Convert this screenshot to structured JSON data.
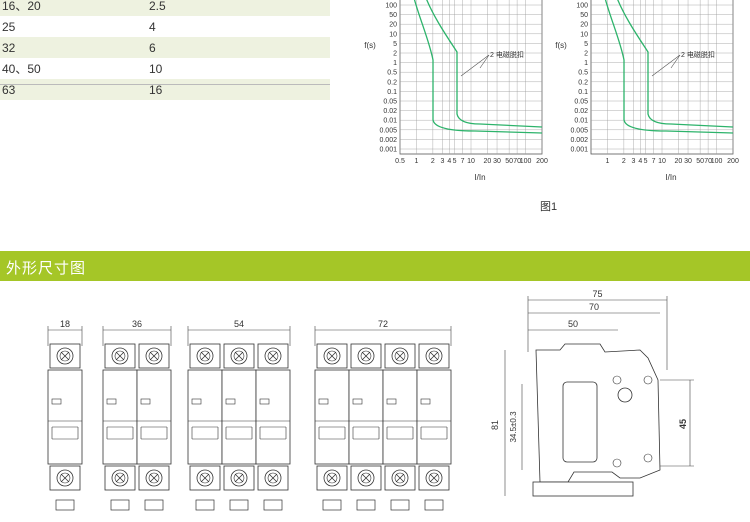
{
  "rating_table": [
    {
      "current": "16、20",
      "section": "2.5"
    },
    {
      "current": "25",
      "section": "4"
    },
    {
      "current": "32",
      "section": "6"
    },
    {
      "current": "40、50",
      "section": "10"
    },
    {
      "current": "63",
      "section": "16"
    }
  ],
  "charts": {
    "y_label": "f(s)",
    "x_label": "I/In",
    "y_ticks": [
      "100",
      "50",
      "20",
      "10",
      "5",
      "2",
      "1",
      "0.5",
      "0.2",
      "0.1",
      "0.05",
      "0.02",
      "0.01",
      "0.005",
      "0.002",
      "0.001"
    ],
    "x_ticks_left": [
      "0.5",
      "1",
      "2",
      "3",
      "4",
      "5",
      "7",
      "10",
      "20",
      "30",
      "50",
      "70",
      "100",
      "200"
    ],
    "x_ticks_right": [
      "1",
      "2",
      "3",
      "4",
      "5",
      "7",
      "10",
      "20",
      "30",
      "50",
      "70",
      "100",
      "200"
    ],
    "annotation": "2 电磁脱扣",
    "caption": "图1"
  },
  "section_title": "外形尺寸图",
  "dimensions": {
    "widths": [
      "18",
      "36",
      "54",
      "72"
    ],
    "side_top": [
      "75",
      "70",
      "50"
    ],
    "side_left": "81",
    "side_mid": "34.5±0.3",
    "side_right": "45"
  },
  "colors": {
    "accent": "#a5c627",
    "curve": "#2db36b"
  }
}
